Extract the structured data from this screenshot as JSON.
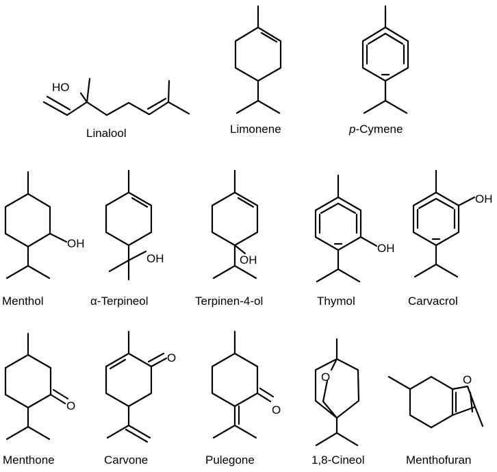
{
  "atom_labels": {
    "hydroxyl": "OH",
    "hydroxyl_left": "HO",
    "oxygen": "O"
  },
  "compounds": [
    {
      "name": "Linalool"
    },
    {
      "name": "Limonene"
    },
    {
      "name_prefix": "p",
      "name": "-Cymene"
    },
    {
      "name": "Menthol"
    },
    {
      "name_prefix": "α",
      "name": "-Terpineol"
    },
    {
      "name": "Terpinen-4-ol"
    },
    {
      "name": "Thymol"
    },
    {
      "name": "Carvacrol"
    },
    {
      "name": "Menthone"
    },
    {
      "name": "Carvone"
    },
    {
      "name": "Pulegone"
    },
    {
      "name": "1,8-Cineol"
    },
    {
      "name": "Menthofuran"
    }
  ]
}
